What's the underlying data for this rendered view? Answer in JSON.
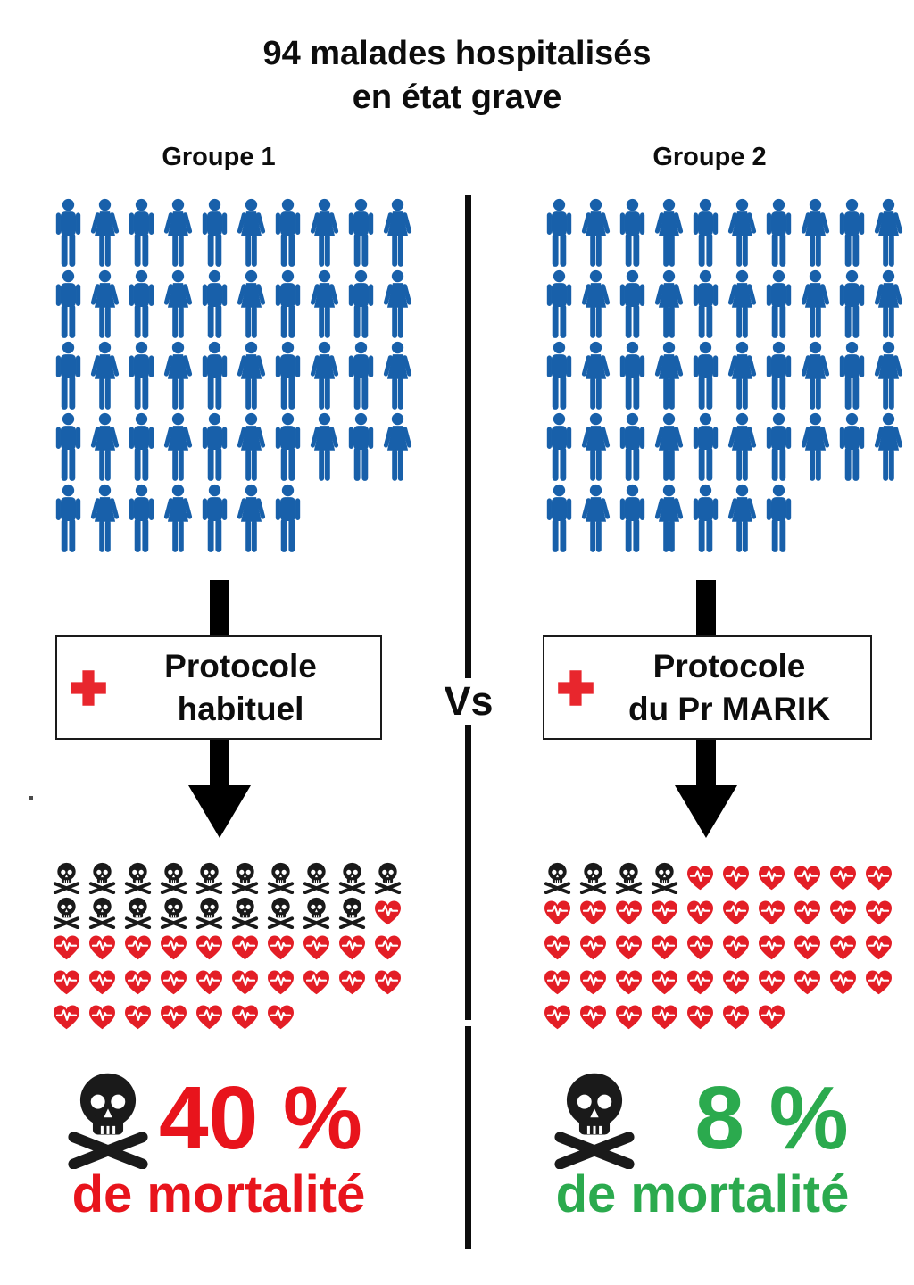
{
  "title": {
    "line1": "94 malades hospitalisés",
    "line2": "en état grave"
  },
  "vs_label": "Vs",
  "colors": {
    "person_blue": "#1860aa",
    "heart_red": "#e31e26",
    "cross_red": "#e8262d",
    "skull_black": "#1a1a1a",
    "arrow_black": "#000000",
    "mortality_red": "#e8141c",
    "mortality_green": "#2baa4e"
  },
  "groups": [
    {
      "label": "Groupe 1",
      "people_total": 47,
      "people_rows": [
        10,
        10,
        10,
        10,
        7
      ],
      "protocol_line1": "Protocole",
      "protocol_line2": "habituel",
      "deaths": 19,
      "survivors": 28,
      "outcome_rows": [
        10,
        10,
        10,
        10,
        7
      ],
      "mortality_value": "40 %",
      "mortality_label": "de mortalité",
      "mortality_color": "#e8141c"
    },
    {
      "label": "Groupe 2",
      "people_total": 47,
      "people_rows": [
        10,
        10,
        10,
        10,
        7
      ],
      "protocol_line1": "Protocole",
      "protocol_line2": "du Pr MARIK",
      "deaths": 4,
      "survivors": 43,
      "outcome_rows": [
        10,
        10,
        10,
        10,
        7
      ],
      "mortality_value": "8 %",
      "mortality_label": "de mortalité",
      "mortality_color": "#2baa4e"
    }
  ],
  "chart_data": {
    "type": "pictogram",
    "title": "94 malades hospitalisés en état grave",
    "categories": [
      "Groupe 1",
      "Groupe 2"
    ],
    "series": [
      {
        "name": "Patients hospitalisés",
        "values": [
          47,
          47
        ]
      },
      {
        "name": "Décès (têtes de mort)",
        "values": [
          19,
          4
        ]
      },
      {
        "name": "Survivants (cœurs)",
        "values": [
          28,
          43
        ]
      }
    ],
    "treatments": [
      "Protocole habituel",
      "Protocole du Pr MARIK"
    ],
    "mortality": [
      "40 %",
      "8 %"
    ],
    "comparison_label": "Vs",
    "legend_position": "none",
    "grid": false
  }
}
